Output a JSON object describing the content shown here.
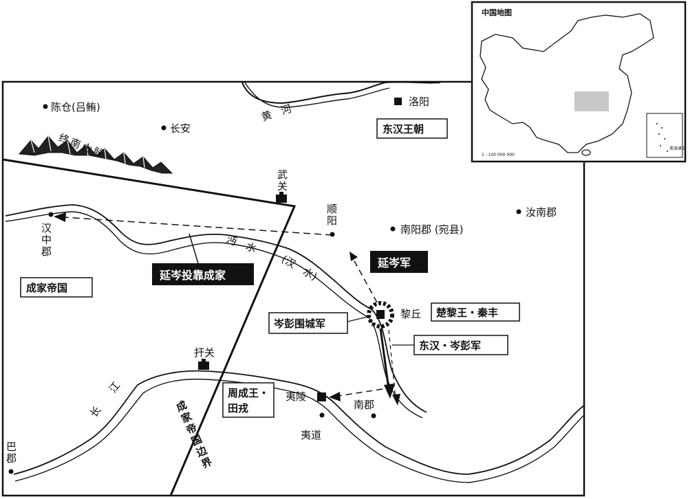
{
  "places": {
    "chencang": "陈仓(吕鲔)",
    "changan": "长安",
    "luoyang": "洛阳",
    "wuguan": "武关",
    "shunyang": "顺阳",
    "runan": "汝南郡",
    "nanyang": "南阳郡 (宛县)",
    "hanzhong": "汉中郡",
    "lihqiu": "黎丘",
    "hanguan": "扞关",
    "yiling": "夷陵",
    "nanjun": "南郡",
    "yidao": "夷道",
    "bajun": "巴郡"
  },
  "rivers": {
    "yellow": "黄　河",
    "mian": "沔　水",
    "han": "(汉　水)",
    "yangtze": "长　　江"
  },
  "mountains": {
    "zhongnan": "终南山脉"
  },
  "boxes": {
    "donghan": "东汉王朝",
    "chengjia": "成家帝国",
    "chuli": "楚黎王・秦丰",
    "zhoucheng_line1": "周成王・",
    "zhoucheng_line2": "田戎",
    "cenpeng_army": "东汉・岑彭军",
    "siege": "岑彭围城军"
  },
  "inverse_labels": {
    "yancen_army": "延岑军",
    "yancen_defect": "延岑投靠成家"
  },
  "border_label": "成家帝国边界",
  "inset": {
    "title": "中国地图",
    "scale": "1 : 100 000 000",
    "nanhai": "南海诸岛"
  },
  "colors": {
    "ink": "#111111",
    "highlight": "#c8c8c8",
    "paper": "#ffffff"
  }
}
